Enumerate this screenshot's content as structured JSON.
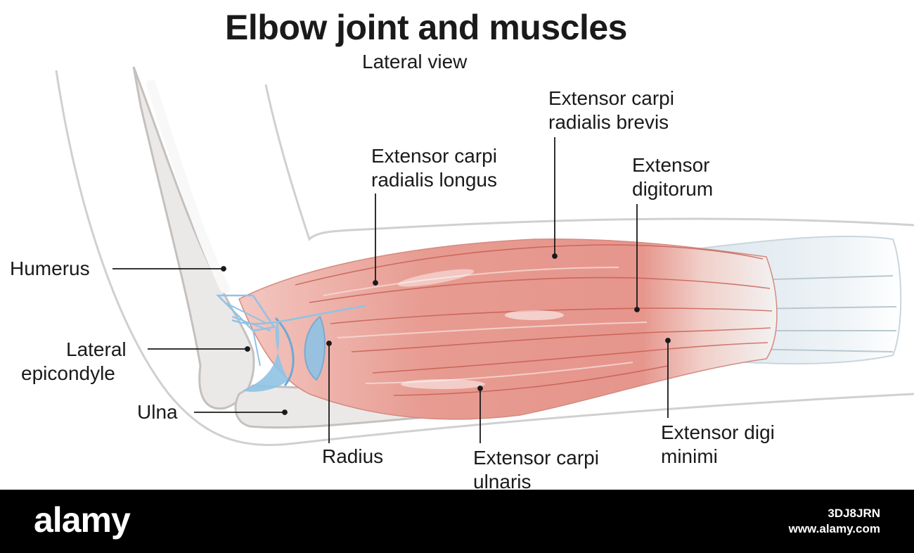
{
  "title": "Elbow joint and muscles",
  "subtitle": "Lateral view",
  "labels": {
    "humerus": "Humerus",
    "lateral_epicondyle": [
      "Lateral",
      "epicondyle"
    ],
    "ulna": "Ulna",
    "radius": "Radius",
    "ecr_longus": [
      "Extensor carpi",
      "radialis longus"
    ],
    "ecr_brevis": [
      "Extensor carpi",
      "radialis brevis"
    ],
    "extensor_digitorum": [
      "Extensor",
      "digitorum"
    ],
    "ec_ulnaris": [
      "Extensor carpi",
      "ulnaris"
    ],
    "extensor_digiti_minimi": [
      "Extensor digi",
      "minimi"
    ]
  },
  "footer": {
    "logo": "alamy",
    "image_id": "3DJ8JRN",
    "url": "www.alamy.com"
  },
  "colors": {
    "muscle": "#e8a39a",
    "muscle_dark": "#c9645a",
    "tendon": "#dfe9ef",
    "bone": "#e9e7e6",
    "cartilage": "#8fc3e6",
    "outline": "#bdbdbd",
    "leader": "#1a1a1a"
  }
}
